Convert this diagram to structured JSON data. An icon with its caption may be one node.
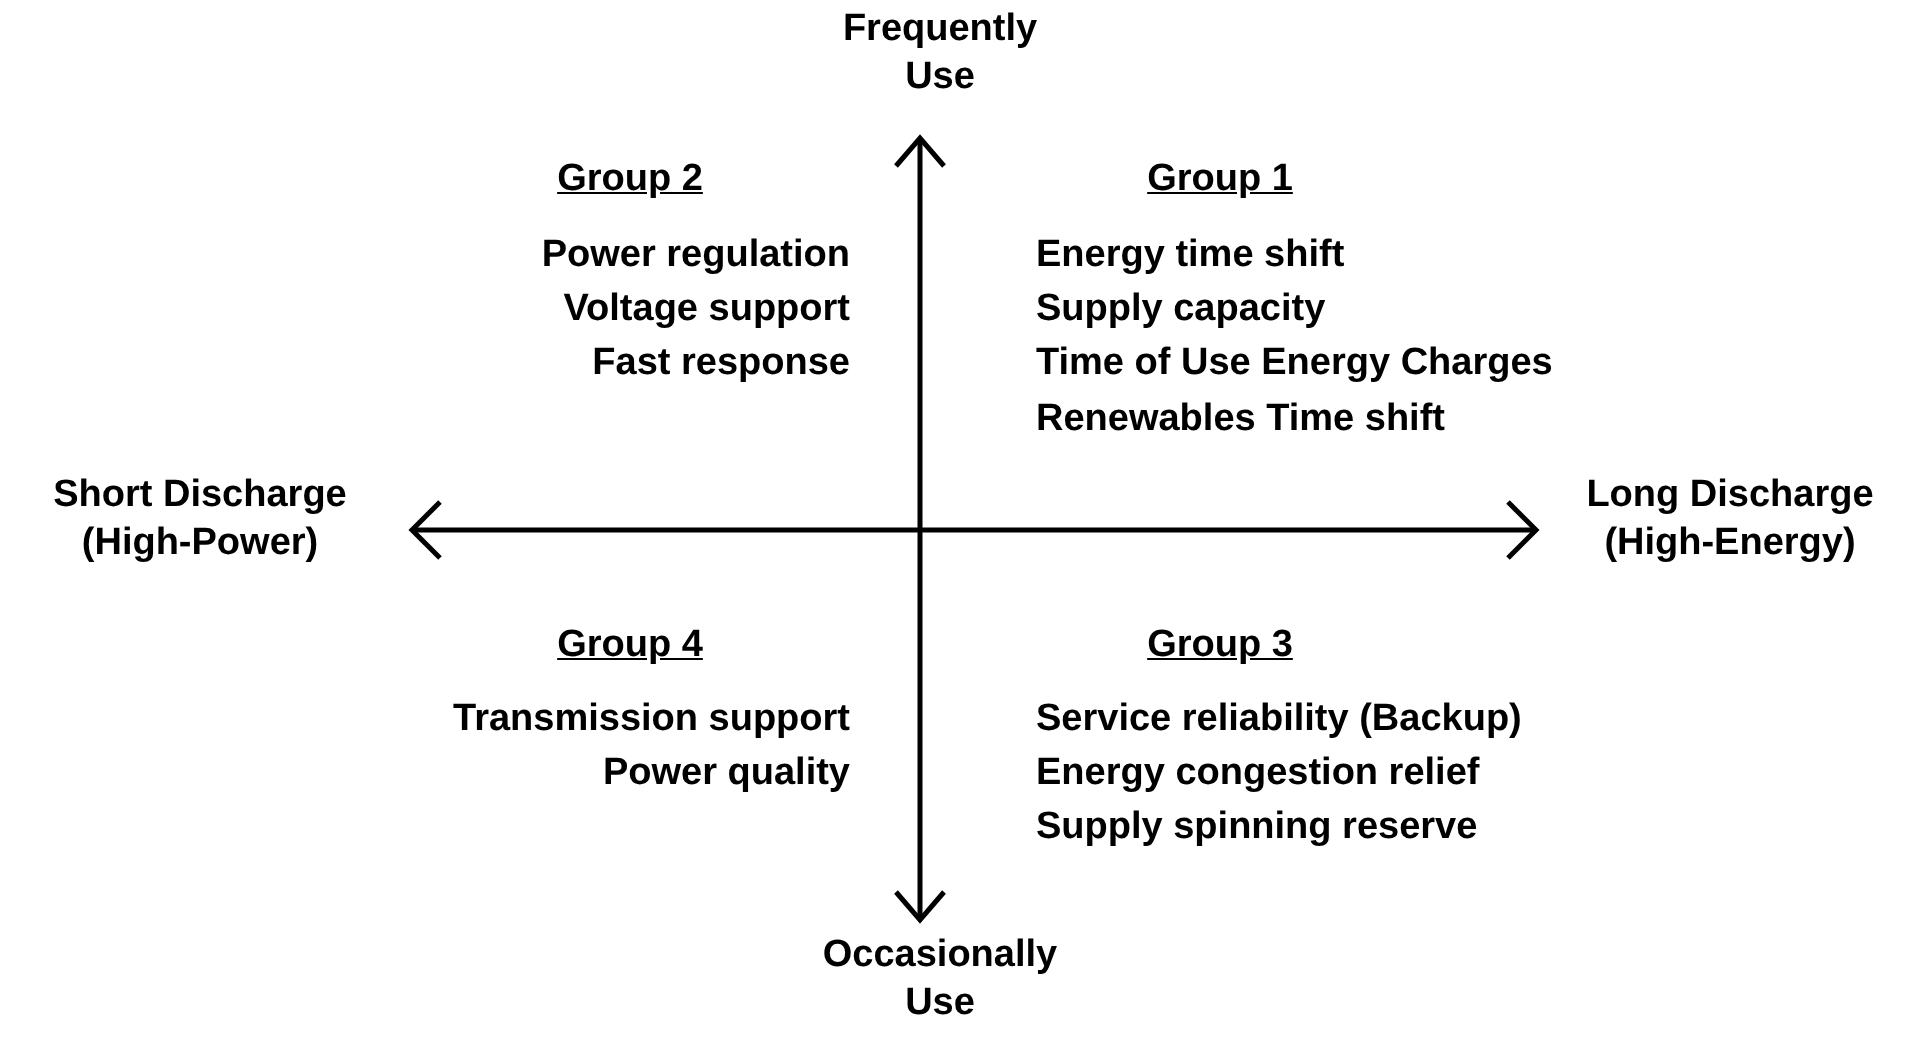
{
  "diagram": {
    "labels": [
      "Frequently Use",
      "Group 2",
      "Group 1",
      "Power regulation",
      "Voltage support",
      "Fast response",
      "Energy time shift",
      "Supply capacity",
      "Time of Use Energy Charges",
      "Renewables Time shift",
      "Short Discharge (High-Power)",
      "Long Discharge (High-Energy)",
      "Group 4",
      "Group 3",
      "Transmission support",
      "Power quality",
      "Service reliability (Backup)",
      "Energy congestion relief",
      "Supply spinning reserve",
      "Occasionally Use"
    ]
  }
}
